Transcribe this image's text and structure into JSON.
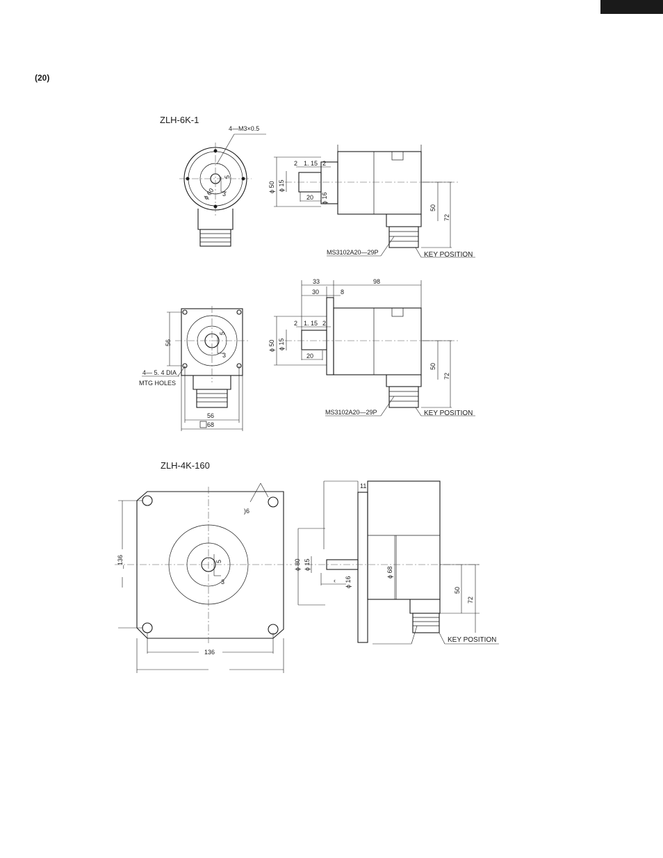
{
  "page_number": "(20)",
  "model_1": "ZLH-6K-1",
  "model_2": "ZLH-4K-160",
  "labels": {
    "screw": "4—M3×0.5",
    "connector": "MS3102A20—29P",
    "key_position": "KEY POSITION",
    "holes_line1": "4— 5. 4 DIA",
    "holes_line2": "MTG HOLES",
    "square": "68"
  },
  "dims": {
    "d50": "ϕ 50",
    "d15": "ϕ 15",
    "d16": "ϕ 16",
    "d60": "ϕ 60",
    "d80": "ϕ 80",
    "d68": "ϕ 68",
    "n2": "2",
    "n115": "1. 15",
    "n20": "20",
    "n5": "5",
    "n3": "3",
    "n50": "50",
    "n72": "72",
    "n33": "33",
    "n30": "30",
    "n8": "8",
    "n98": "98",
    "n56": "56",
    "n136": "136",
    "n136b": "_136",
    "n11": "11",
    "n36": ")6",
    "ncomma": "‹"
  }
}
